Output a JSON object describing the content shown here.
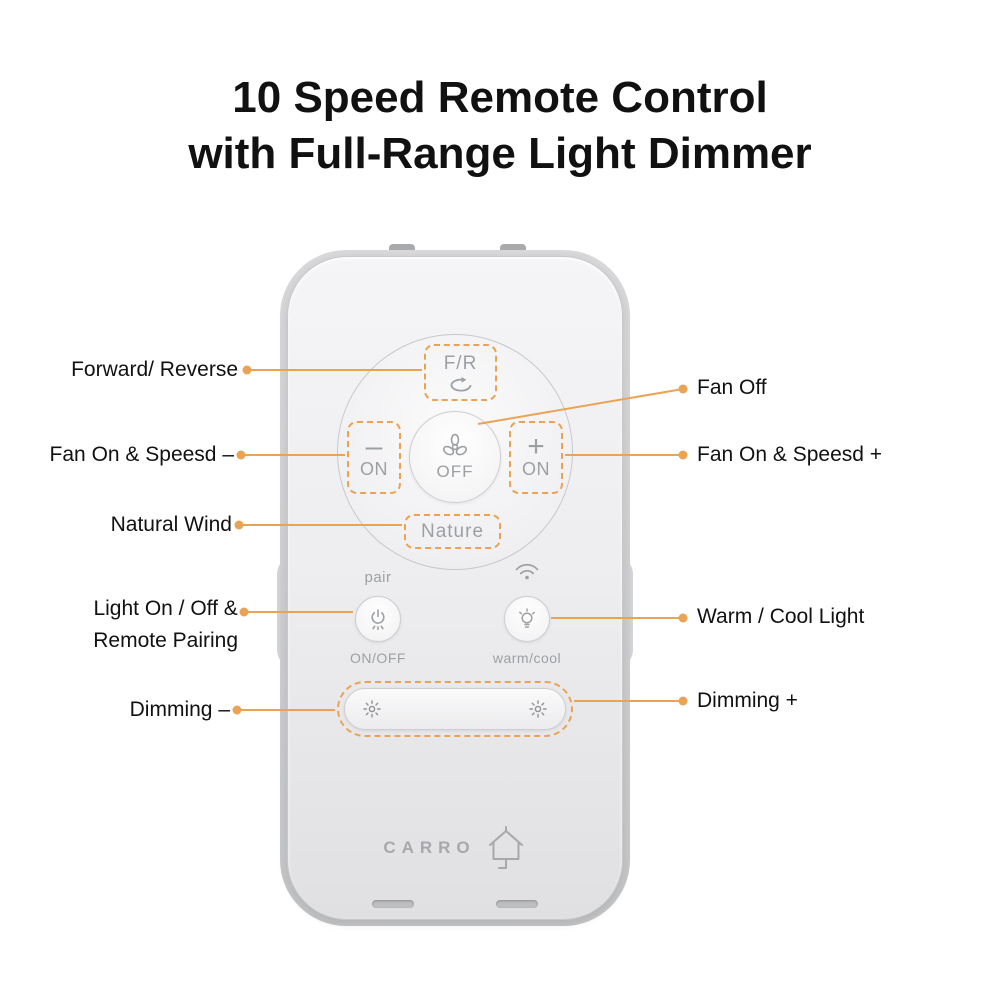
{
  "colors": {
    "accent": "#EAA355",
    "remote_text": "#9DA0A3",
    "label_text": "#111111"
  },
  "title": {
    "line1": "10 Speed Remote Control",
    "line2": "with Full-Range Light Dimmer"
  },
  "callouts": {
    "left": [
      {
        "label": "Forward/ Reverse"
      },
      {
        "label": "Fan On & Speesd –"
      },
      {
        "label": "Natural Wind"
      },
      {
        "label": "Light On / Off &",
        "label2": "Remote Pairing"
      },
      {
        "label": "Dimming –"
      }
    ],
    "right": [
      {
        "label": "Fan Off"
      },
      {
        "label": "Fan On & Speesd +"
      },
      {
        "label": "Warm / Cool Light"
      },
      {
        "label": "Dimming +"
      }
    ]
  },
  "remote": {
    "brand": "CARRO",
    "buttons": {
      "forward_reverse": {
        "label": "F/R",
        "icon": "rotation-loop-icon"
      },
      "fan_speed_down": {
        "sign": "–",
        "label": "ON"
      },
      "fan_off": {
        "label": "OFF",
        "icon": "fan-icon"
      },
      "fan_speed_up": {
        "sign": "+",
        "label": "ON"
      },
      "nature": {
        "label": "Nature"
      },
      "light_onoff_pair": {
        "top_label": "pair",
        "bottom_label": "ON/OFF",
        "icon": "power-light-icon"
      },
      "warm_cool": {
        "top_icon": "wifi-icon",
        "bottom_label": "warm/cool",
        "icon": "bulb-icon"
      },
      "dimmer": {
        "left_icon": "sun-icon",
        "right_icon": "sun-icon"
      }
    }
  }
}
